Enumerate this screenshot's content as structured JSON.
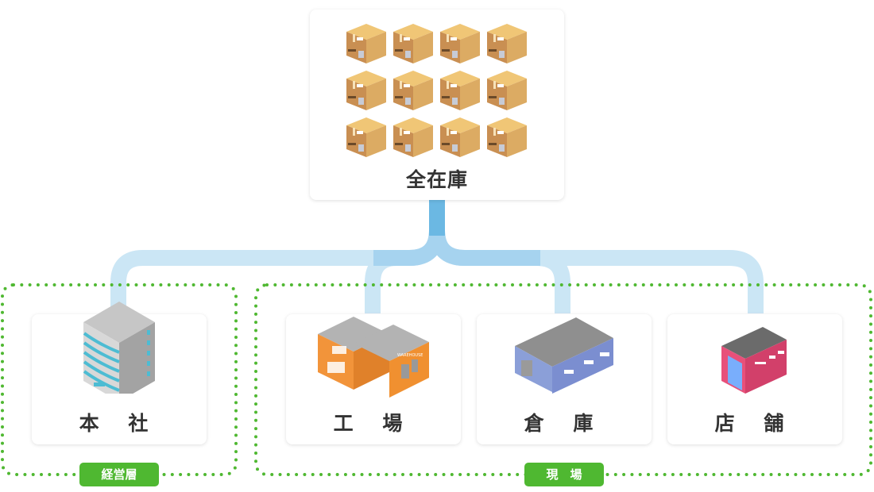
{
  "title": "在庫管理 概念図",
  "top_node": {
    "label": "全在庫",
    "icon": "cardboard-boxes-icon",
    "box_count": 12
  },
  "nodes": [
    {
      "id": "honsha",
      "label": "本 社",
      "icon": "office-building-icon",
      "group": "keiei"
    },
    {
      "id": "kojo",
      "label": "工 場",
      "icon": "factory-icon",
      "group": "genba"
    },
    {
      "id": "soko",
      "label": "倉 庫",
      "icon": "warehouse-icon",
      "group": "genba"
    },
    {
      "id": "tenpo",
      "label": "店 舗",
      "icon": "store-icon",
      "group": "genba"
    }
  ],
  "groups": [
    {
      "id": "keiei",
      "label": "経営層"
    },
    {
      "id": "genba",
      "label": "現　場"
    }
  ],
  "factory_sign": "WAREHOUSE",
  "colors": {
    "connector_main": "#6bb8e3",
    "connector_light": "#cbe6f5",
    "group_border": "#4fb831",
    "tag_bg": "#4fb831",
    "label_text": "#333333"
  }
}
